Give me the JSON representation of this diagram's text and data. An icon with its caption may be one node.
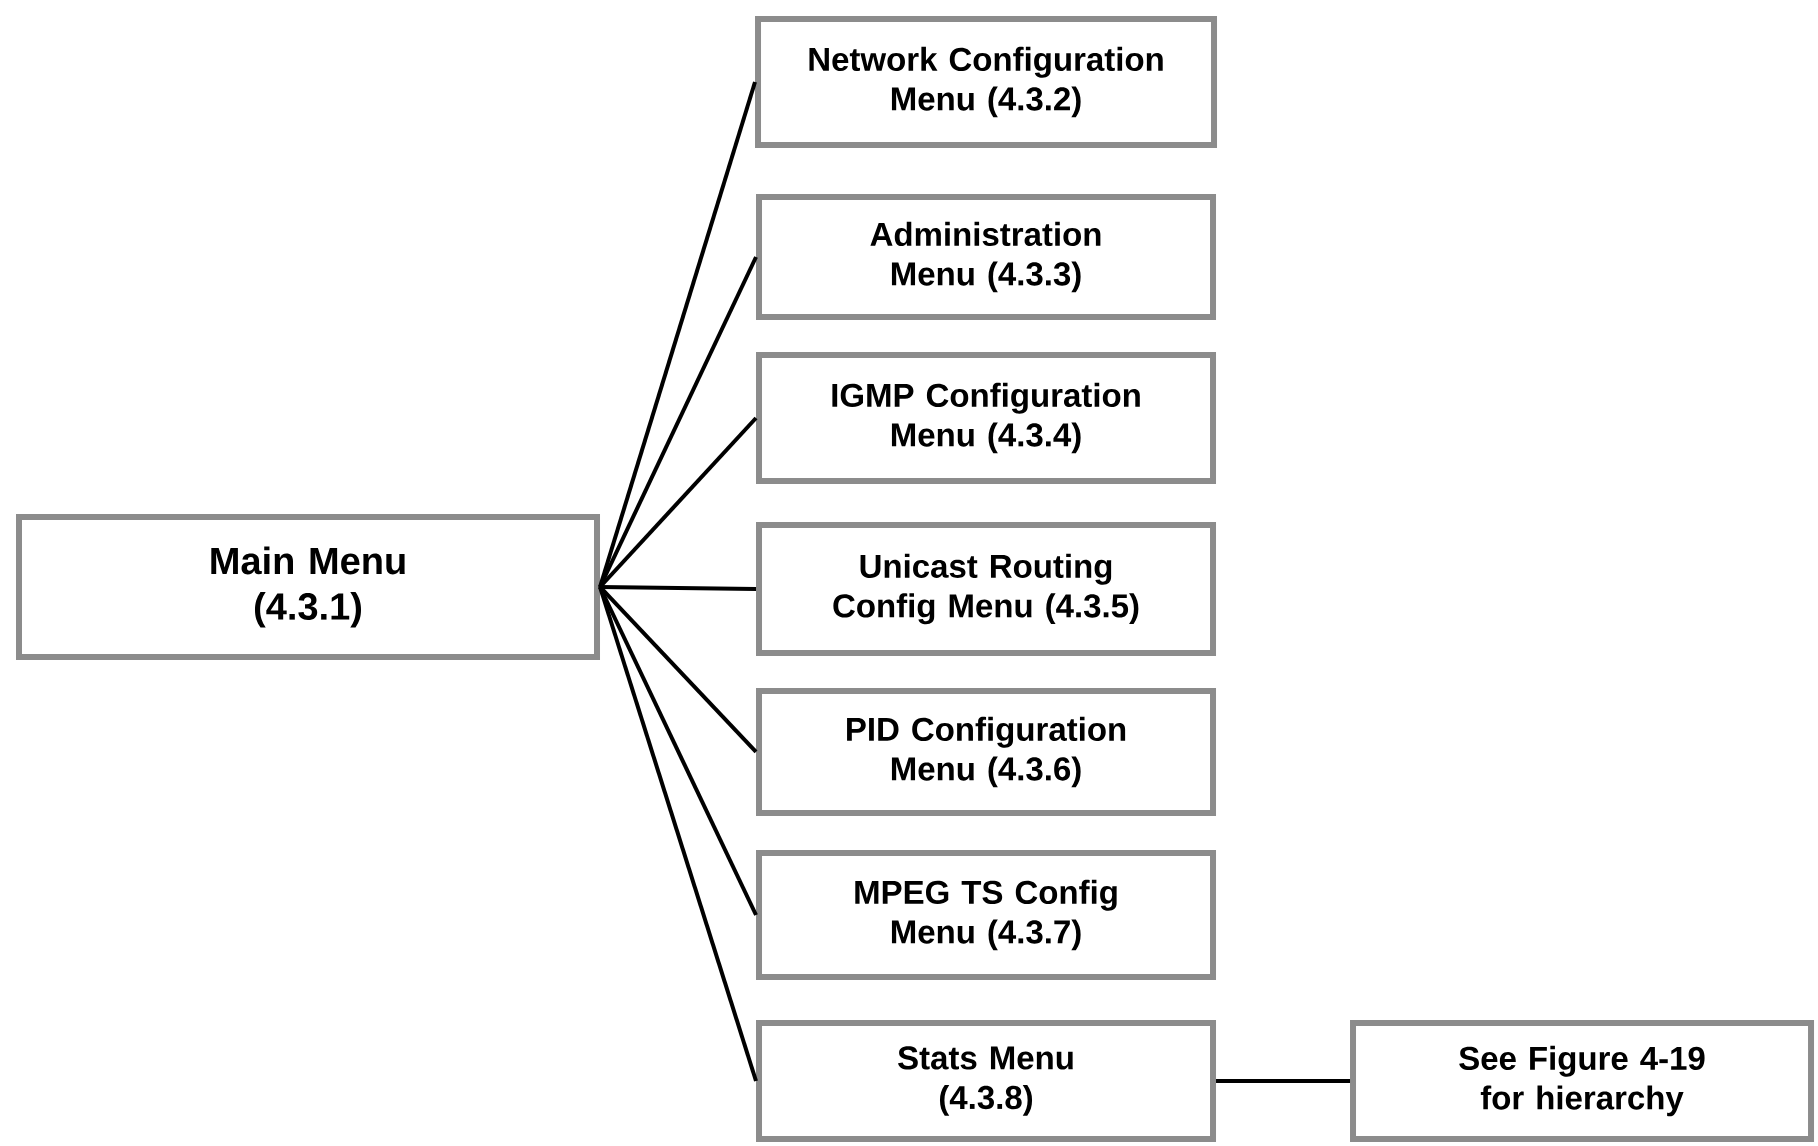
{
  "diagram": {
    "nodes": [
      {
        "text": [
          "Main Menu (4.3.1)"
        ]
      },
      {
        "text": [
          "Network Configuration Menu (4.3.2)"
        ]
      },
      {
        "text": [
          "Administration Menu (4.3.3)"
        ]
      },
      {
        "text": [
          "IGMP Configuration Menu (4.3.4)"
        ]
      },
      {
        "text": [
          "Unicast Routing Config Menu (4.3.5)"
        ]
      },
      {
        "text": [
          "PID Configuration Menu (4.3.6)"
        ]
      },
      {
        "text": [
          "MPEG TS Config Menu (4.3.7)"
        ]
      },
      {
        "text": [
          "Stats Menu (4.3.8)"
        ]
      },
      {
        "text": [
          "See Figure 4-19 for hierarchy"
        ]
      }
    ],
    "edges": [
      {
        "from": 0,
        "to": 1,
        "arrow": "none"
      },
      {
        "from": 0,
        "to": 2,
        "arrow": "none"
      },
      {
        "from": 0,
        "to": 3,
        "arrow": "none"
      },
      {
        "from": 0,
        "to": 4,
        "arrow": "none"
      },
      {
        "from": 0,
        "to": 5,
        "arrow": "none"
      },
      {
        "from": 0,
        "to": 6,
        "arrow": "none"
      },
      {
        "from": 0,
        "to": 7,
        "arrow": "none"
      },
      {
        "from": 7,
        "to": 8,
        "arrow": "none"
      }
    ]
  }
}
